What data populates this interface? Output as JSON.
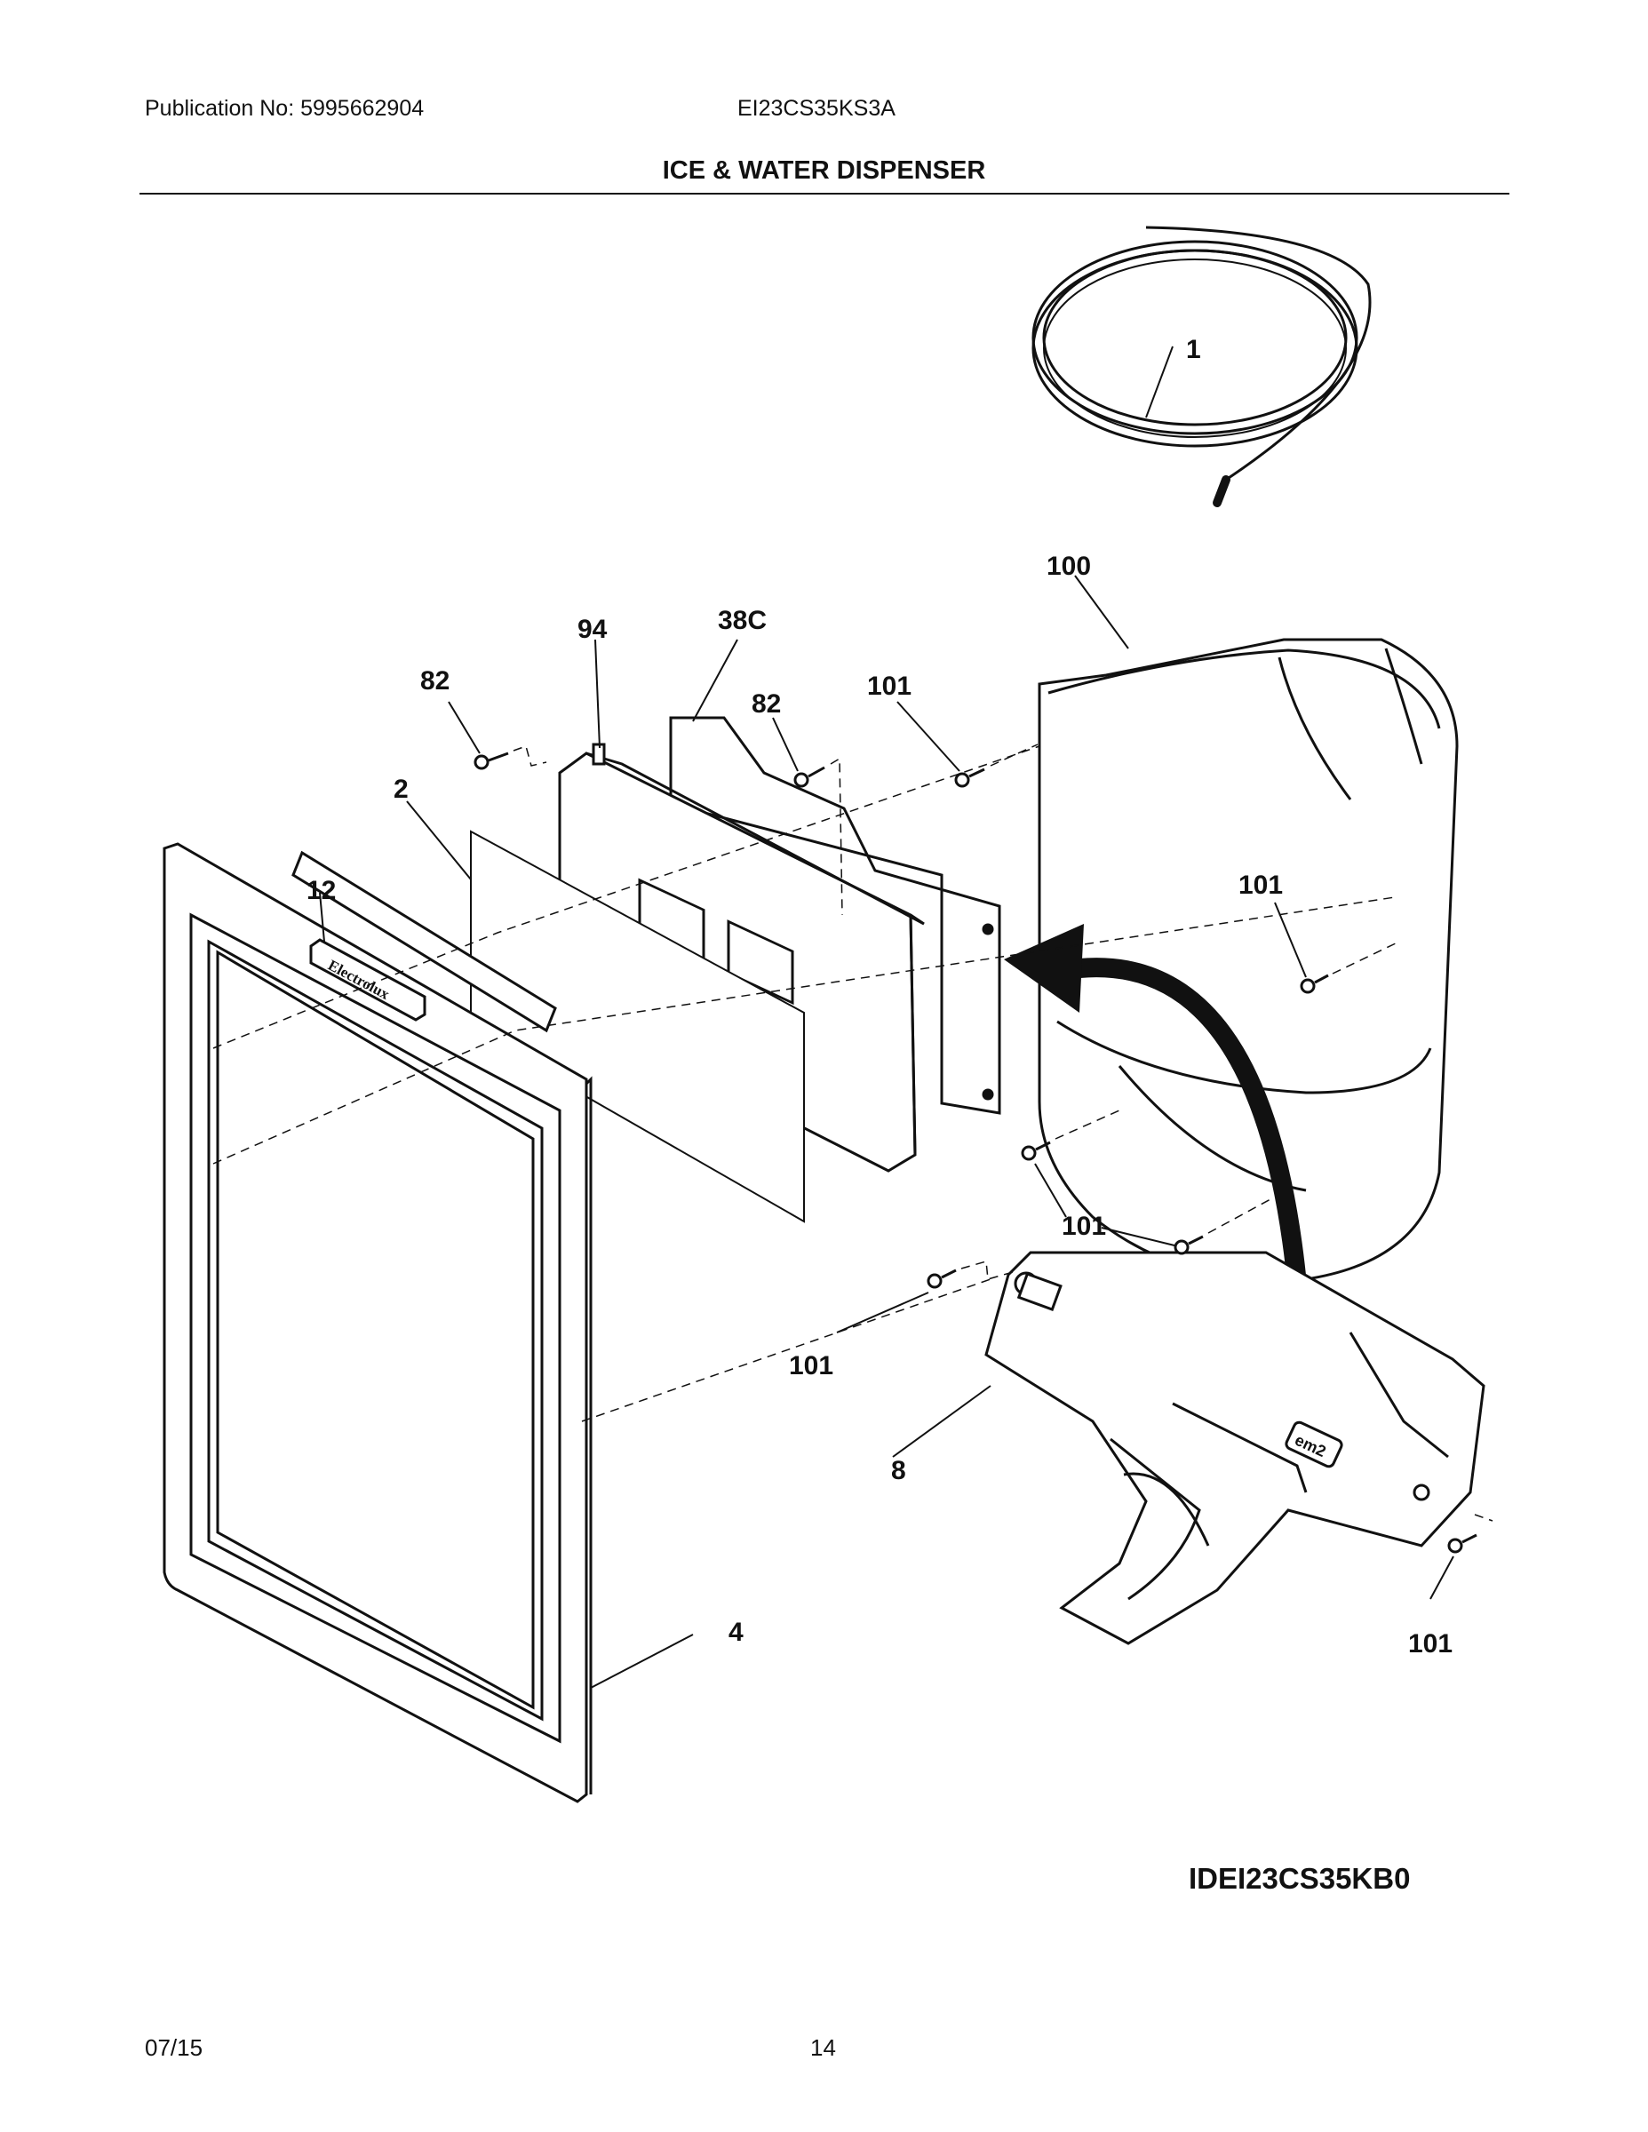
{
  "header": {
    "publication": "Publication No: 5995662904",
    "model": "EI23CS35KS3A",
    "title": "ICE & WATER DISPENSER"
  },
  "callouts": {
    "c1": "1",
    "c100": "100",
    "c94": "94",
    "c38c": "38C",
    "c82a": "82",
    "c82b": "82",
    "c101a": "101",
    "c2": "2",
    "c12": "12",
    "c101b": "101",
    "c101c": "101",
    "c101d": "101",
    "c8": "8",
    "c4": "4",
    "c101e": "101"
  },
  "logo_text": "Electrolux",
  "badge_text": "em2",
  "footer": {
    "image_id": "IDEI23CS35KB0",
    "date": "07/15",
    "page": "14"
  }
}
